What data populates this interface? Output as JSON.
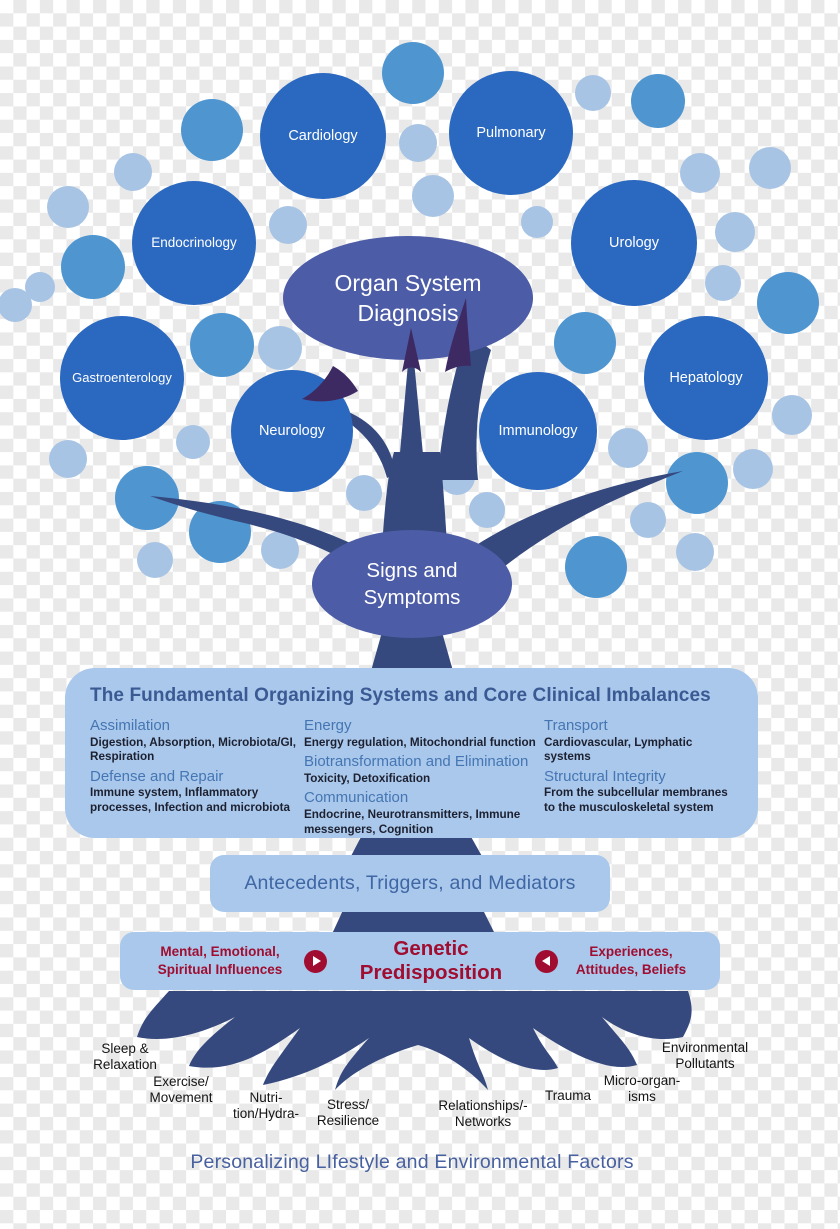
{
  "palette": {
    "dark_blue": "#2b68bf",
    "medium_blue": "#4f96d1",
    "light_blue": "#a8c4e4",
    "slate": "#4c5ca6",
    "navy": "#35497e",
    "purple_tip": "#3e2a63",
    "panel": "#a9c8eb",
    "panel_title": "#3b5a94",
    "heading": "#4576b3",
    "body": "#1d2030",
    "maroon": "#a00d31",
    "root_label": "#141414",
    "footer": "#47609f",
    "checker": "#e9e9e9"
  },
  "specialties": [
    "Cardiology",
    "Pulmonary",
    "Endocrinology",
    "Urology",
    "Gastroenterology",
    "Neurology",
    "Immunology",
    "Hepatology"
  ],
  "organ": {
    "line1": "Organ System",
    "line2": "Diagnosis"
  },
  "signs": {
    "line1": "Signs and",
    "line2": "Symptoms"
  },
  "fundamental": {
    "title": "The Fundamental Organizing Systems and Core Clinical Imbalances",
    "columns": [
      {
        "sections": [
          {
            "heading": "Assimilation",
            "body": "Digestion, Absorption, Microbiota/GI, Respiration"
          },
          {
            "heading": "Defense and Repair",
            "body": "Immune system, Inflammatory processes, Infection and microbiota"
          }
        ]
      },
      {
        "sections": [
          {
            "heading": "Energy",
            "body": "Energy regulation, Mitochondrial function"
          },
          {
            "heading": "Biotransformation and Elimination",
            "body": "Toxicity, Detoxification"
          },
          {
            "heading": "Communication",
            "body": "Endocrine, Neurotransmitters, Immune messengers, Cognition"
          }
        ]
      },
      {
        "sections": [
          {
            "heading": "Transport",
            "body": "Cardiovascular, Lymphatic systems"
          },
          {
            "heading": "Structural Integrity",
            "body": "From the subcellular membranes to the musculoskeletal system"
          }
        ]
      }
    ]
  },
  "antecedents": {
    "title": "Antecedents, Triggers, and Mediators"
  },
  "genetic": {
    "left_line1": "Mental, Emotional,",
    "left_line2": "Spiritual Influences",
    "center": "Genetic Predisposition",
    "right_line1": "Experiences,",
    "right_line2": "Attitudes, Beliefs",
    "icons": {
      "after_left": "play-right-circle",
      "before_right": "play-left-circle"
    }
  },
  "roots": [
    {
      "line1": "Sleep &",
      "line2": "Relaxation"
    },
    {
      "line1": "Exercise/",
      "line2": "Movement"
    },
    {
      "line1": "Nutri-",
      "line2": "tion/Hydra-"
    },
    {
      "line1": "Stress/",
      "line2": "Resilience"
    },
    {
      "line1": "Relationships/-",
      "line2": "Networks"
    },
    {
      "line1": "Trauma",
      "line2": ""
    },
    {
      "line1": "Micro-organ-",
      "line2": "isms"
    },
    {
      "line1": "Environmental",
      "line2": "Pollutants"
    }
  ],
  "footer": {
    "title": "Personalizing LIfestyle and Environmental Factors"
  }
}
